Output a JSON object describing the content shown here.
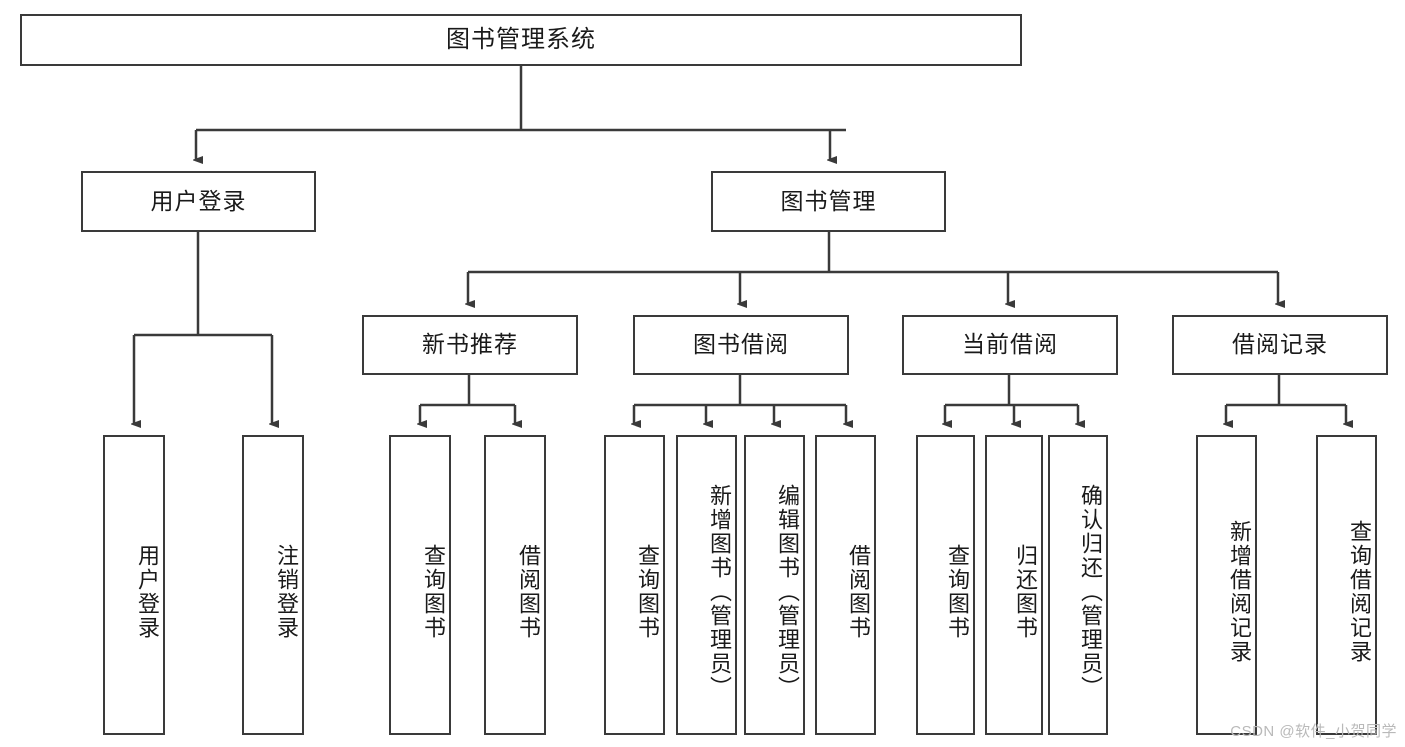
{
  "diagram": {
    "type": "tree-hierarchy",
    "title_node": {
      "label": "图书管理系统"
    },
    "level2": [
      {
        "id": "user-login",
        "label": "用户登录"
      },
      {
        "id": "book-manage",
        "label": "图书管理"
      }
    ],
    "level3": [
      {
        "id": "new-book-recommend",
        "label": "新书推荐"
      },
      {
        "id": "book-borrow",
        "label": "图书借阅"
      },
      {
        "id": "current-borrow",
        "label": "当前借阅"
      },
      {
        "id": "borrow-record",
        "label": "借阅记录"
      }
    ],
    "leaves": {
      "user_login": [
        {
          "id": "leaf-user-login",
          "label": "用户登录"
        },
        {
          "id": "leaf-logout",
          "label": "注销登录"
        }
      ],
      "new_book_recommend": [
        {
          "id": "leaf-query-book-1",
          "label": "查询图书"
        },
        {
          "id": "leaf-borrow-book-1",
          "label": "借阅图书"
        }
      ],
      "book_borrow": [
        {
          "id": "leaf-query-book-2",
          "label": "查询图书"
        },
        {
          "id": "leaf-add-book",
          "label": "新增图书（管理员）"
        },
        {
          "id": "leaf-edit-book",
          "label": "编辑图书（管理员）"
        },
        {
          "id": "leaf-borrow-book-2",
          "label": "借阅图书"
        }
      ],
      "current_borrow": [
        {
          "id": "leaf-query-book-3",
          "label": "查询图书"
        },
        {
          "id": "leaf-return-book",
          "label": "归还图书"
        },
        {
          "id": "leaf-confirm-return",
          "label": "确认归还（管理员）"
        }
      ],
      "borrow_record": [
        {
          "id": "leaf-add-record",
          "label": "新增借阅记录"
        },
        {
          "id": "leaf-query-record",
          "label": "查询借阅记录"
        }
      ]
    },
    "colors": {
      "stroke": "#3a3a3a",
      "fill": "#ffffff",
      "text": "#1a1a1a",
      "watermark": "#b9b9b9"
    }
  },
  "watermark": {
    "text": "CSDN @软件_小贺同学"
  }
}
